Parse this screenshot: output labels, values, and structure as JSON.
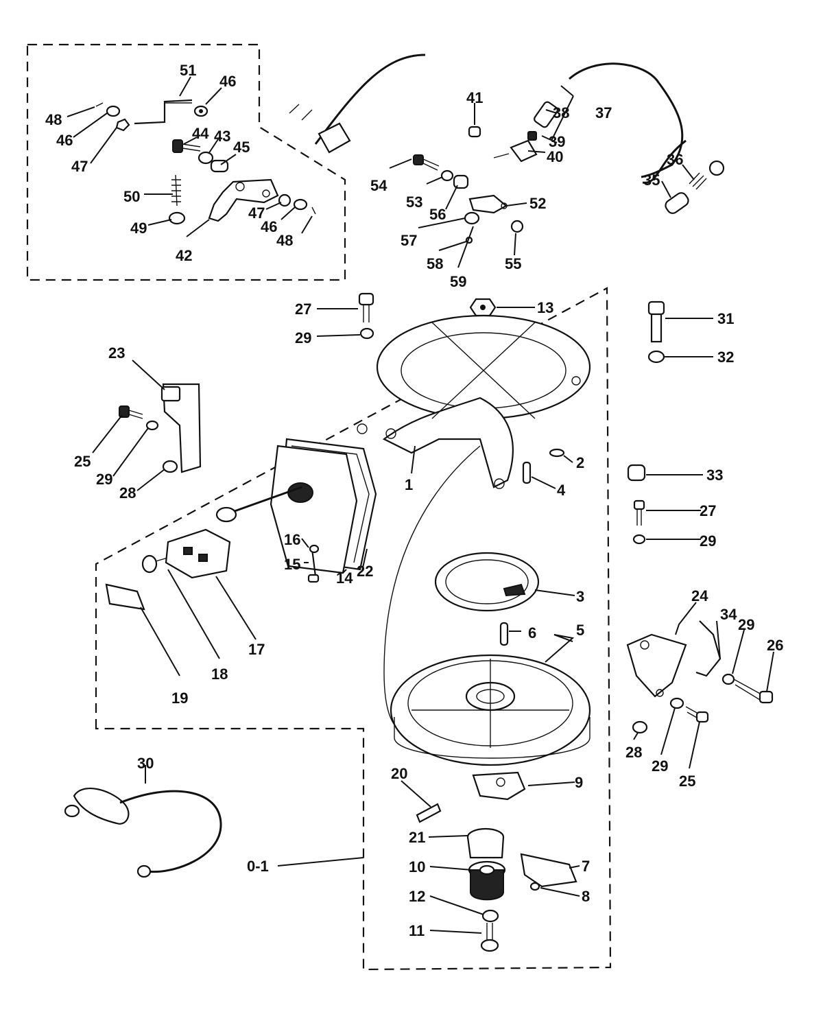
{
  "diagram": {
    "callouts": {
      "c1": "1",
      "c2": "2",
      "c3": "3",
      "c4": "4",
      "c5": "5",
      "c6": "6",
      "c7": "7",
      "c8": "8",
      "c9": "9",
      "c10": "10",
      "c11": "11",
      "c12": "12",
      "c13": "13",
      "c14": "14",
      "c15": "15",
      "c16": "16",
      "c17": "17",
      "c18": "18",
      "c19": "19",
      "c20": "20",
      "c21": "21",
      "c22": "22",
      "c23": "23",
      "c24": "24",
      "c25a": "25",
      "c25b": "25",
      "c26": "26",
      "c27a": "27",
      "c27b": "27",
      "c28a": "28",
      "c28b": "28",
      "c29a": "29",
      "c29b": "29",
      "c29c": "29",
      "c29d": "29",
      "c29e": "29",
      "c30": "30",
      "c31": "31",
      "c32": "32",
      "c33": "33",
      "c34": "34",
      "c35": "35",
      "c36": "36",
      "c37": "37",
      "c38": "38",
      "c39": "39",
      "c40": "40",
      "c41": "41",
      "c42": "42",
      "c43": "43",
      "c44": "44",
      "c45": "45",
      "c46a": "46",
      "c46b": "46",
      "c46c": "46",
      "c47a": "47",
      "c47b": "47",
      "c48a": "48",
      "c48b": "48",
      "c49": "49",
      "c50": "50",
      "c51": "51",
      "c52": "52",
      "c53": "53",
      "c54": "54",
      "c55": "55",
      "c56": "56",
      "c57": "57",
      "c58": "58",
      "c59": "59",
      "c0_1": "0-1"
    }
  }
}
